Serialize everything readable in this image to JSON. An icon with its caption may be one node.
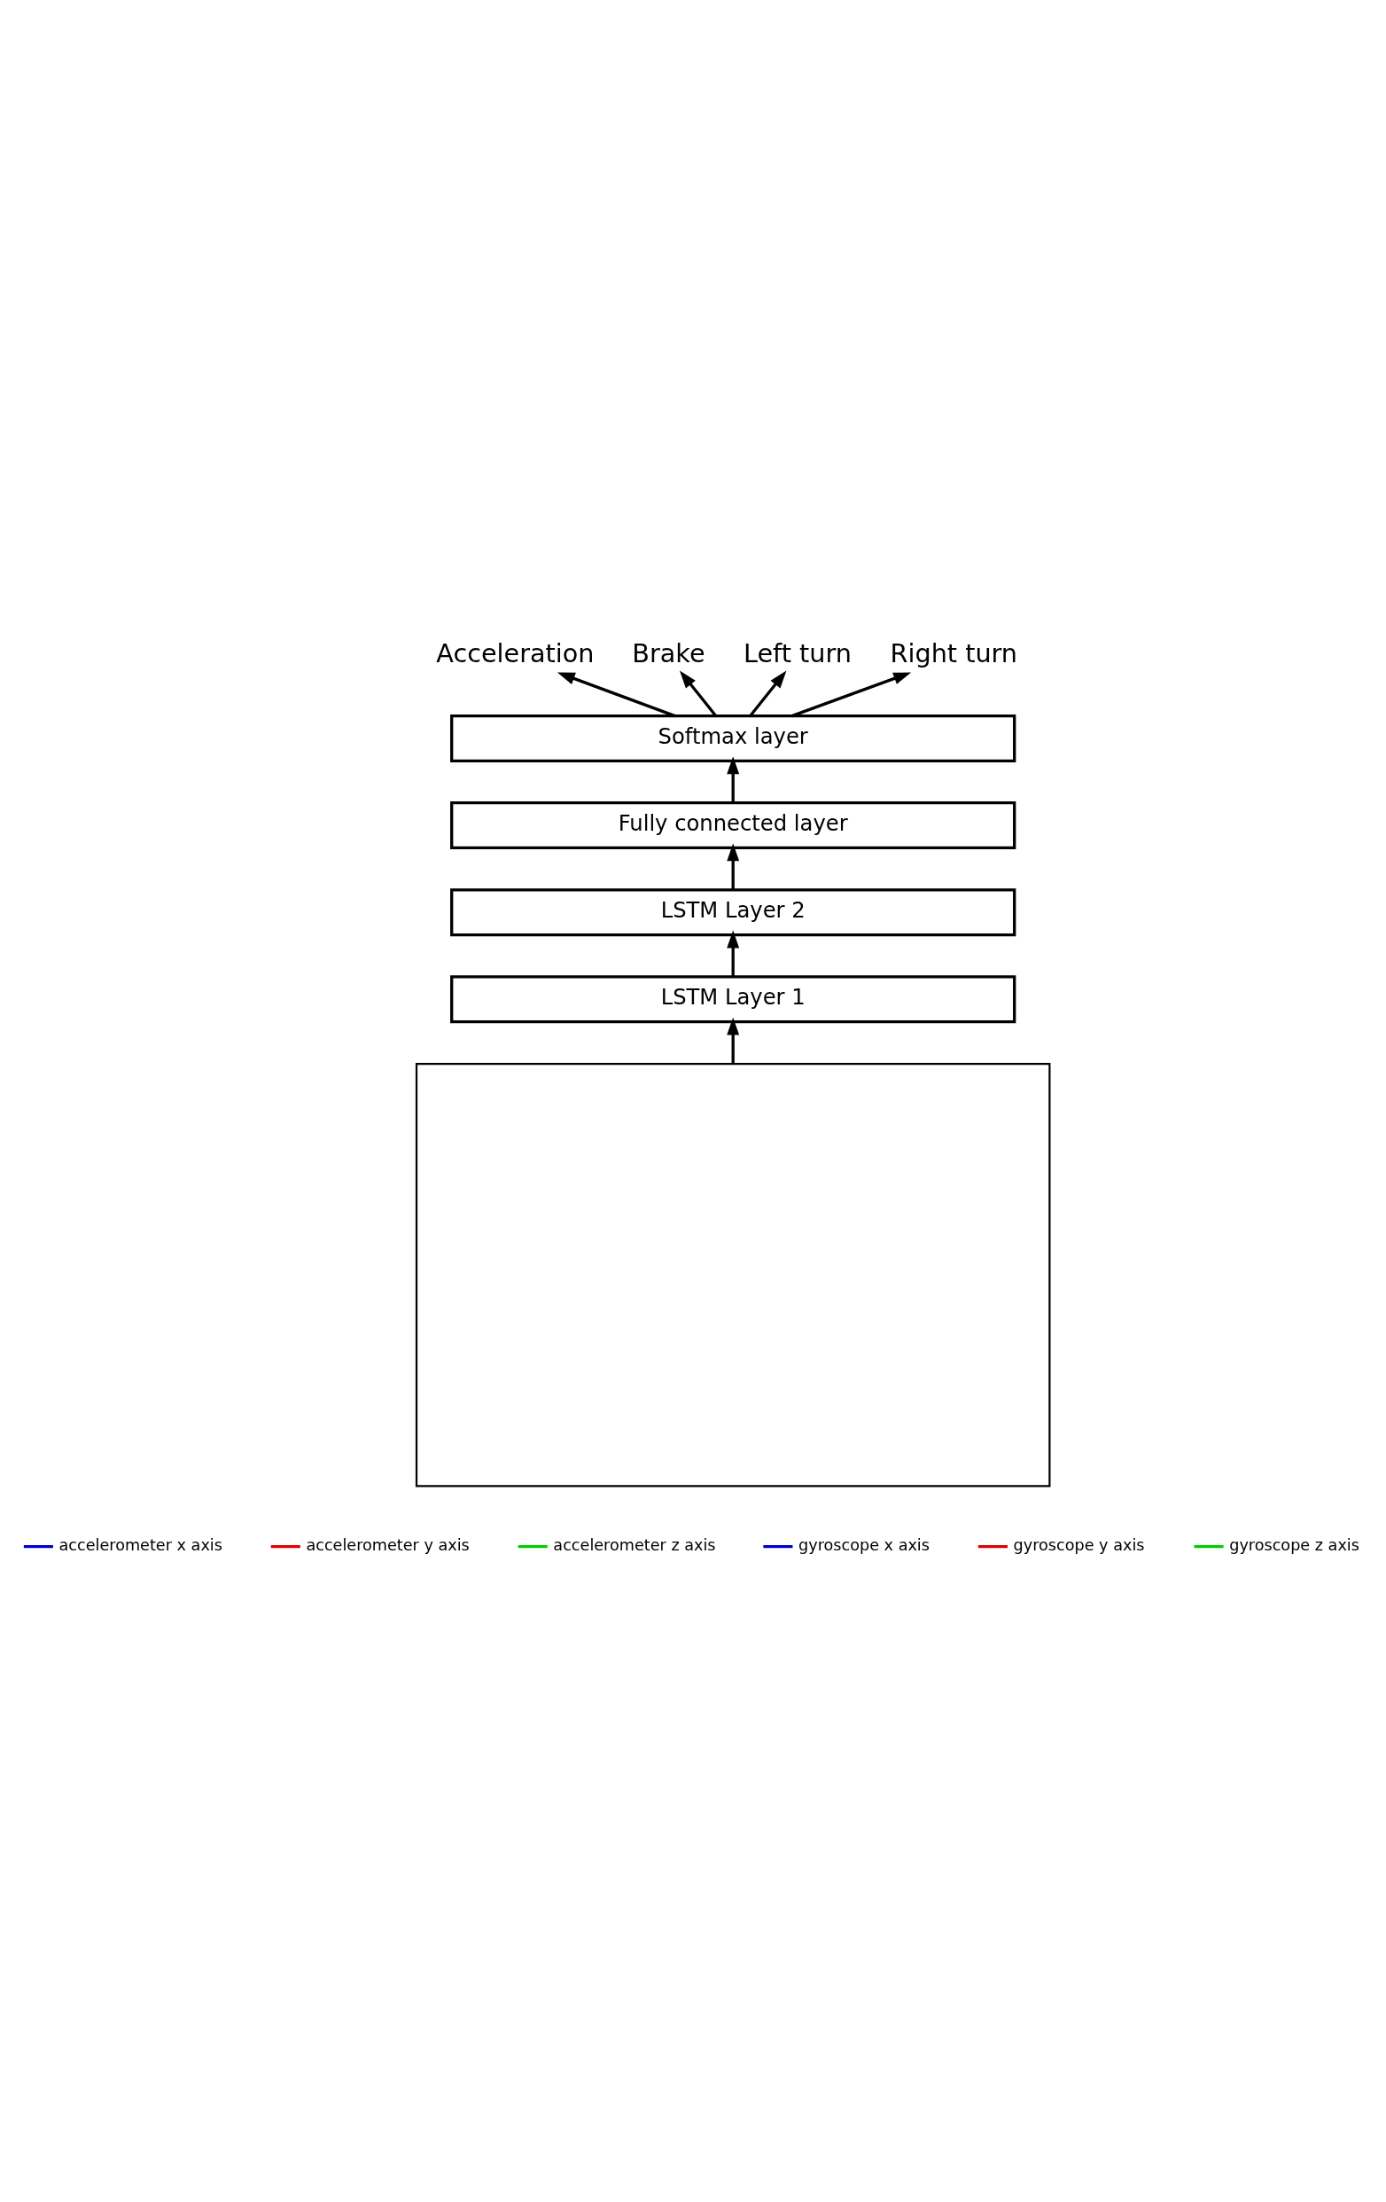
{
  "diagram": {
    "nodes": [
      {
        "text": [
          "Acceleration"
        ]
      },
      {
        "text": [
          "Brake"
        ]
      },
      {
        "text": [
          "Left turn"
        ]
      },
      {
        "text": [
          "Right turn"
        ]
      },
      {
        "text": [
          "Softmax layer"
        ]
      },
      {
        "text": [
          "Fully connected layer"
        ]
      },
      {
        "text": [
          "LSTM Layer 2"
        ]
      },
      {
        "text": [
          "LSTM Layer 1"
        ]
      },
      {
        "text": [],
        "shape": "box"
      }
    ],
    "edges": [
      {
        "from": 4,
        "to": 0,
        "arrow": "to"
      },
      {
        "from": 4,
        "to": 1,
        "arrow": "to"
      },
      {
        "from": 4,
        "to": 2,
        "arrow": "to"
      },
      {
        "from": 4,
        "to": 3,
        "arrow": "to"
      },
      {
        "from": 5,
        "to": 4,
        "arrow": "to"
      },
      {
        "from": 6,
        "to": 5,
        "arrow": "to"
      },
      {
        "from": 7,
        "to": 6,
        "arrow": "to"
      },
      {
        "from": 8,
        "to": 7,
        "arrow": "to"
      }
    ],
    "legend": [
      {
        "text": "accelerometer x axis"
      },
      {
        "text": "accelerometer y axis"
      },
      {
        "text": "accelerometer z axis"
      },
      {
        "text": "gyroscope x axis"
      },
      {
        "text": "gyroscope y axis"
      },
      {
        "text": "gyroscope z axis"
      }
    ]
  }
}
